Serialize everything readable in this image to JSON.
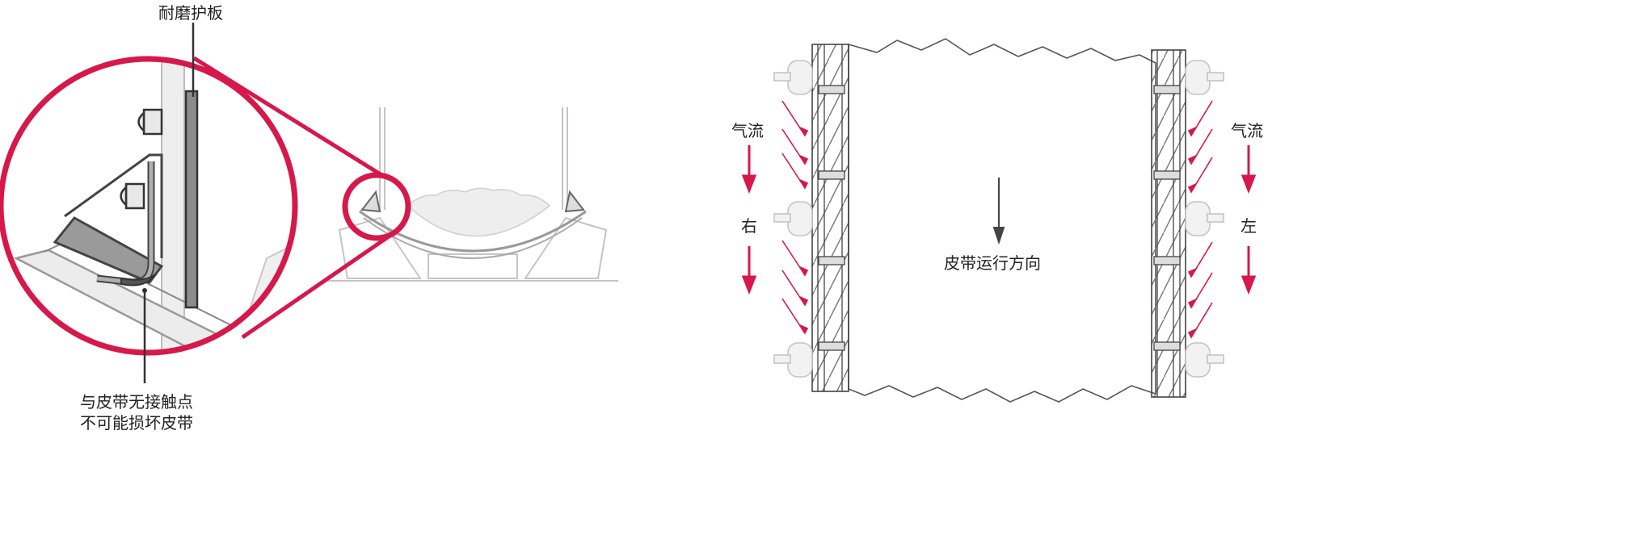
{
  "labels": {
    "wear_plate": "耐磨护板",
    "no_contact_line1": "与皮带无接触点",
    "no_contact_line2": "不可能损坏皮带",
    "airflow_left": "气流",
    "airflow_right": "气流",
    "right_side": "右",
    "left_side": "左",
    "belt_direction": "皮带运行方向"
  },
  "colors": {
    "accent": "#d6184a",
    "line": "#555555",
    "light_line": "#bbbbbb",
    "fill_light": "#e8e8e8",
    "plate": "#8c8c8c"
  }
}
